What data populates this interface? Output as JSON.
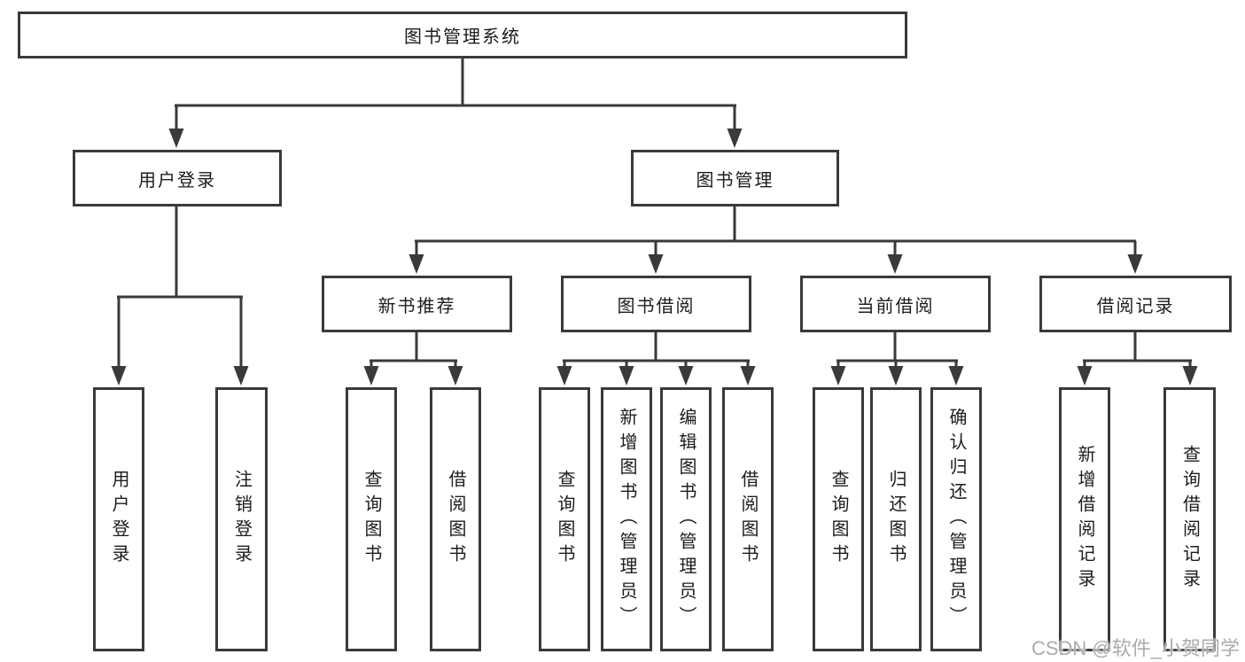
{
  "style": {
    "line_color": "#3a3a3a",
    "text_color": "#1c1c1c",
    "watermark_color": "#ababab",
    "background_color": "#ffffff"
  },
  "tree": {
    "root": {
      "label": "图书管理系统"
    },
    "children": [
      {
        "label": "用户登录",
        "children": [
          {
            "label": "用户登录"
          },
          {
            "label": "注销登录"
          }
        ]
      },
      {
        "label": "图书管理",
        "children": [
          {
            "label": "新书推荐",
            "children": [
              {
                "label": "查询图书"
              },
              {
                "label": "借阅图书"
              }
            ]
          },
          {
            "label": "图书借阅",
            "children": [
              {
                "label": "查询图书"
              },
              {
                "label": "新增图书（管理员）"
              },
              {
                "label": "编辑图书（管理员）"
              },
              {
                "label": "借阅图书"
              }
            ]
          },
          {
            "label": "当前借阅",
            "children": [
              {
                "label": "查询图书"
              },
              {
                "label": "归还图书"
              },
              {
                "label": "确认归还（管理员）"
              }
            ]
          },
          {
            "label": "借阅记录",
            "children": [
              {
                "label": "新增借阅记录"
              },
              {
                "label": "查询借阅记录"
              }
            ]
          }
        ]
      }
    ]
  },
  "watermark": {
    "text": "CSDN @软件_小贺同学"
  }
}
